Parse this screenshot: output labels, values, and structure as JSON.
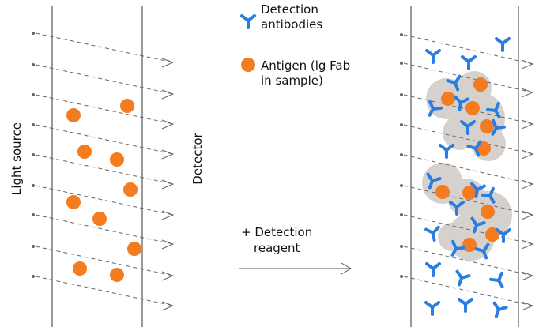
{
  "labels": {
    "light_source": "Light source",
    "detector": "Detector",
    "reagent_line1": "+ Detection",
    "reagent_line2": "reagent"
  },
  "legend": {
    "antibody_line1": "Detection",
    "antibody_line2": "antibodies",
    "antigen_line1": "Antigen (lg Fab",
    "antigen_line2": "in sample)"
  },
  "colors": {
    "antibody": "#2a7de1",
    "antigen": "#f47b20",
    "cluster": "#d6d1cc",
    "beam": "#666666",
    "outline": "#333333"
  },
  "icons": {
    "antibody": "antibody-icon",
    "antigen": "antigen-dot-icon"
  }
}
